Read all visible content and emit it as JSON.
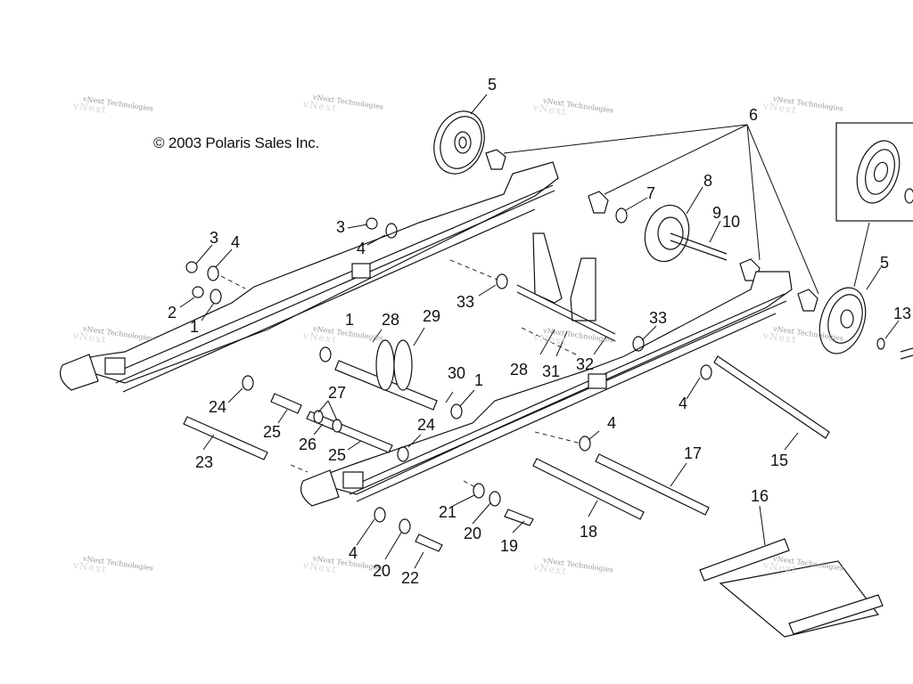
{
  "diagram": {
    "title": "Rear Suspension Rails / Idler Wheels Exploded View",
    "copyright": "© 2003 Polaris Sales Inc.",
    "watermark": "vNext Technologies",
    "callouts": [
      {
        "id": "c5a",
        "label": "5"
      },
      {
        "id": "c6",
        "label": "6"
      },
      {
        "id": "c3a",
        "label": "3"
      },
      {
        "id": "c4a",
        "label": "4"
      },
      {
        "id": "c2",
        "label": "2"
      },
      {
        "id": "c1a",
        "label": "1"
      },
      {
        "id": "c3b",
        "label": "3"
      },
      {
        "id": "c4b",
        "label": "4"
      },
      {
        "id": "c7",
        "label": "7"
      },
      {
        "id": "c8",
        "label": "8"
      },
      {
        "id": "c9",
        "label": "9"
      },
      {
        "id": "c10",
        "label": "10"
      },
      {
        "id": "c5b",
        "label": "5"
      },
      {
        "id": "c13",
        "label": "13"
      },
      {
        "id": "c33a",
        "label": "33"
      },
      {
        "id": "c33b",
        "label": "33"
      },
      {
        "id": "c1b",
        "label": "1"
      },
      {
        "id": "c28a",
        "label": "28"
      },
      {
        "id": "c29",
        "label": "29"
      },
      {
        "id": "c28b",
        "label": "28"
      },
      {
        "id": "c31",
        "label": "31"
      },
      {
        "id": "c32",
        "label": "32"
      },
      {
        "id": "c30",
        "label": "30"
      },
      {
        "id": "c1c",
        "label": "1"
      },
      {
        "id": "c24a",
        "label": "24"
      },
      {
        "id": "c27",
        "label": "27"
      },
      {
        "id": "c25a",
        "label": "25"
      },
      {
        "id": "c26",
        "label": "26"
      },
      {
        "id": "c25b",
        "label": "25"
      },
      {
        "id": "c24b",
        "label": "24"
      },
      {
        "id": "c23",
        "label": "23"
      },
      {
        "id": "c4c",
        "label": "4"
      },
      {
        "id": "c4d",
        "label": "4"
      },
      {
        "id": "c15",
        "label": "15"
      },
      {
        "id": "c17",
        "label": "17"
      },
      {
        "id": "c16",
        "label": "16"
      },
      {
        "id": "c18",
        "label": "18"
      },
      {
        "id": "c21",
        "label": "21"
      },
      {
        "id": "c20a",
        "label": "20"
      },
      {
        "id": "c19",
        "label": "19"
      },
      {
        "id": "c4e",
        "label": "4"
      },
      {
        "id": "c20b",
        "label": "20"
      },
      {
        "id": "c22",
        "label": "22"
      }
    ]
  }
}
